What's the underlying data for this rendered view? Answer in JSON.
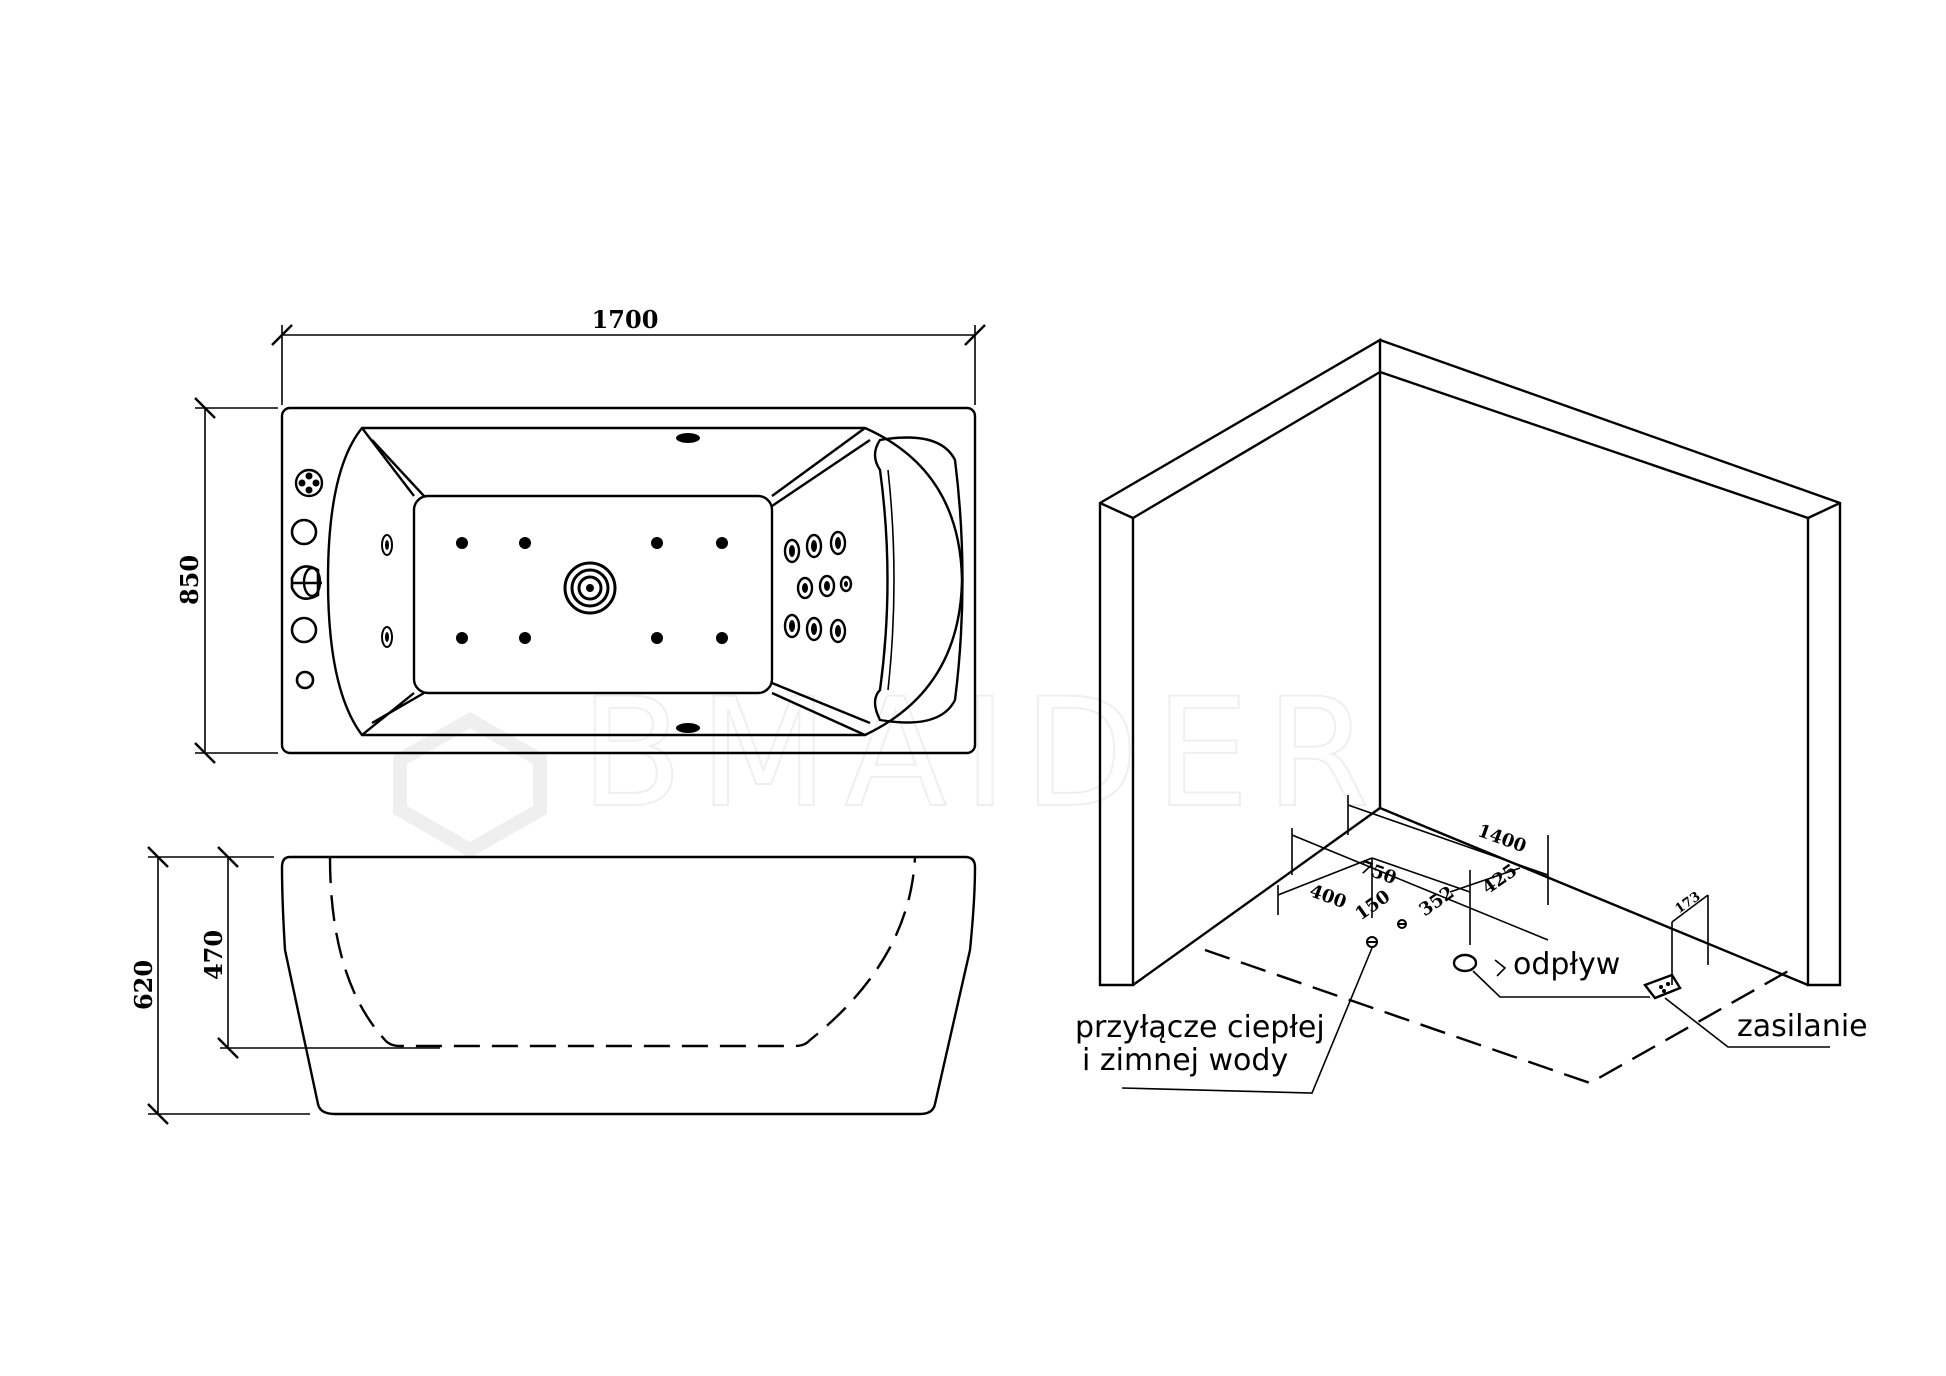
{
  "watermark": "BMAIDER",
  "top_view": {
    "length": "1700",
    "width": "850"
  },
  "side_view": {
    "total_height": "620",
    "inner_depth": "470"
  },
  "installation_view": {
    "dims": {
      "d1400": "1400",
      "d750": "750",
      "d400": "400",
      "d150": "150",
      "d352": "352",
      "d425": "425",
      "d173": "173"
    },
    "labels": {
      "water_line1": "przyłącze ciepłej",
      "water_line2": "i zimnej wody",
      "drain": "odpływ",
      "power": "zasilanie"
    }
  }
}
